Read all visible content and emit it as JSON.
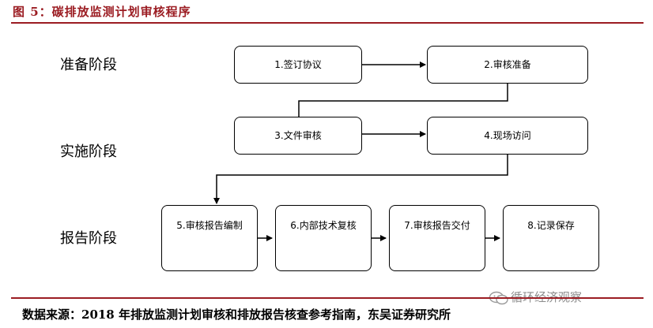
{
  "figure": {
    "title": "图 5：碳排放监测计划审核程序",
    "source": "数据来源：2018 年排放监测计划审核和排放报告核查参考指南，东吴证券研究所",
    "watermark": "循环经济观察",
    "accent_color": "#9b1c22"
  },
  "stages": [
    {
      "label": "准备阶段"
    },
    {
      "label": "实施阶段"
    },
    {
      "label": "报告阶段"
    }
  ],
  "steps": [
    {
      "label": "1.签订协议"
    },
    {
      "label": "2.审核准备"
    },
    {
      "label": "3.文件审核"
    },
    {
      "label": "4.现场访问"
    },
    {
      "label": "5.审核报告编制"
    },
    {
      "label": "6.内部技术复核"
    },
    {
      "label": "7.审核报告交付"
    },
    {
      "label": "8.记录保存"
    }
  ]
}
